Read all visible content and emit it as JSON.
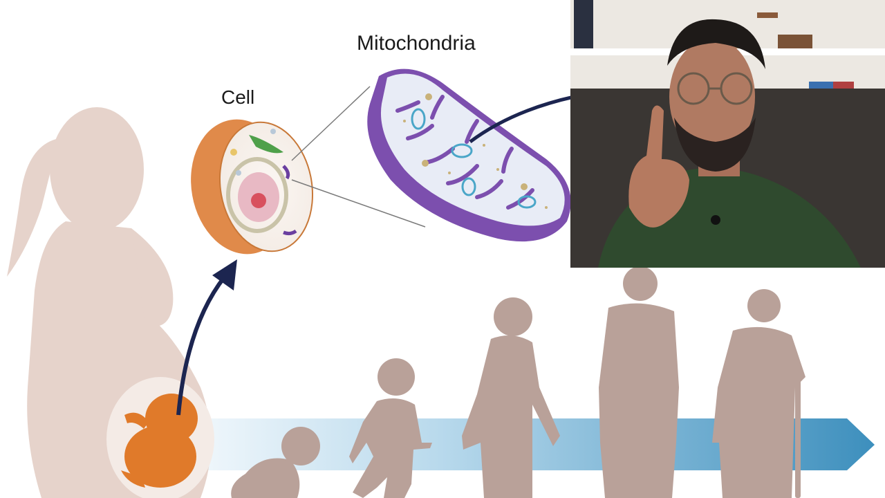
{
  "diagram": {
    "labels": {
      "cell": "Cell",
      "mitochondria": "Mitochondria"
    },
    "colors": {
      "silhouette_mother": "#e6d3cb",
      "silhouette_people": "#b9a199",
      "fetus": "#e07a2a",
      "cell_outer": "#e08a4a",
      "mito_outer": "#7c4fae",
      "arrow": "#1c2550",
      "timeline": "#5aa3c8"
    }
  },
  "video_inset": {
    "description_icon": "presenter-webcam"
  }
}
